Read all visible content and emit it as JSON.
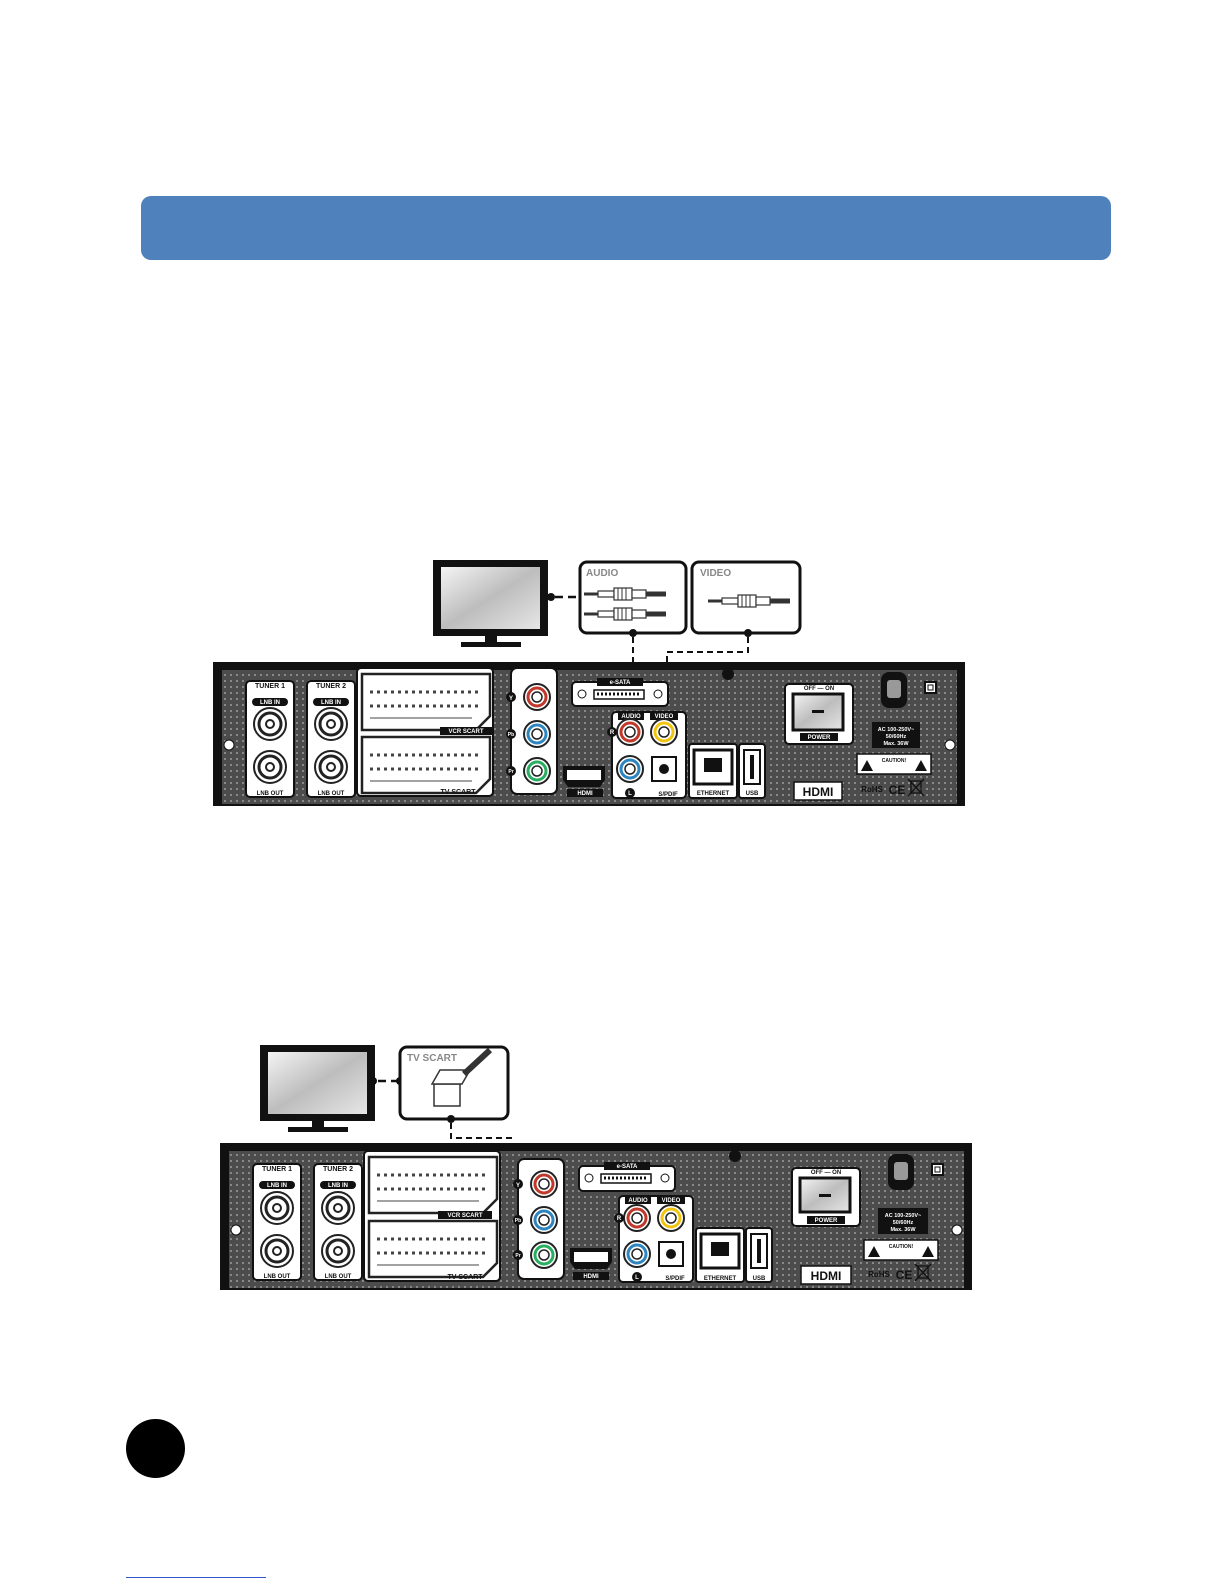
{
  "colors": {
    "banner": "#4f81bd",
    "panel_face": "#ffffff",
    "panel_frame": "#111111",
    "rca_red": "#c0392b",
    "rca_blue": "#2e86c1",
    "rca_green": "#27ae60",
    "rca_yellow": "#f1c40f"
  },
  "diagram1": {
    "callouts": {
      "audio": "AUDIO",
      "video": "VIDEO"
    },
    "labels": {
      "tuner1": "TUNER 1",
      "tuner2": "TUNER 2",
      "lnb_in": "LNB IN",
      "lnb_out": "LNB OUT",
      "vcr_scart": "VCR SCART",
      "tv_scart": "TV SCART",
      "esata": "e-SATA",
      "audio": "AUDIO",
      "video": "VIDEO",
      "y": "Y",
      "pb": "Pb",
      "pr": "Pr",
      "r": "R",
      "l": "L",
      "hdmi": "HDMI",
      "spdif": "S/PDIF",
      "ethernet": "ETHERNET",
      "usb": "USB",
      "off_on": "OFF — ON",
      "power": "POWER",
      "ac_line1": "AC 100-250V~",
      "ac_line2": "50/60Hz",
      "ac_line3": "Max. 36W",
      "caution": "CAUTION!",
      "hdmi_logo": "HDMI",
      "rohs": "RoHS",
      "ce": "CE"
    }
  },
  "diagram2": {
    "callouts": {
      "tv_scart": "TV SCART"
    },
    "labels": {
      "tuner1": "TUNER 1",
      "tuner2": "TUNER 2",
      "lnb_in": "LNB IN",
      "lnb_out": "LNB OUT",
      "vcr_scart": "VCR SCART",
      "tv_scart": "TV SCART",
      "esata": "e-SATA",
      "audio": "AUDIO",
      "video": "VIDEO",
      "y": "Y",
      "pb": "Pb",
      "pr": "Pr",
      "r": "R",
      "l": "L",
      "hdmi": "HDMI",
      "spdif": "S/PDIF",
      "ethernet": "ETHERNET",
      "usb": "USB",
      "off_on": "OFF — ON",
      "power": "POWER",
      "ac_line1": "AC 100-250V~",
      "ac_line2": "50/60Hz",
      "ac_line3": "Max. 36W",
      "caution": "CAUTION!",
      "hdmi_logo": "HDMI",
      "rohs": "RoHS",
      "ce": "CE"
    }
  }
}
